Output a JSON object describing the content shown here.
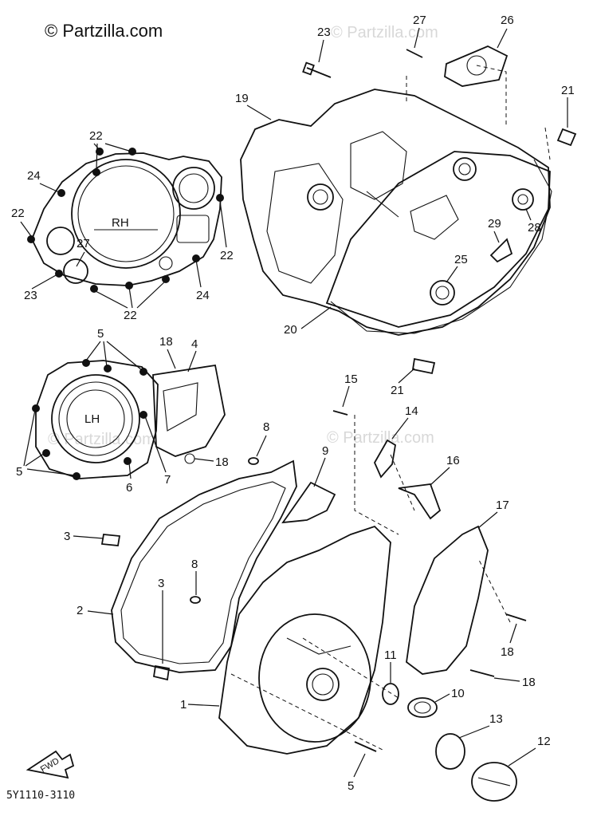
{
  "watermark": {
    "text": "© Partzilla.com",
    "faint": "© Partzilla.com"
  },
  "drawing_code": "5Y1110-3110",
  "callouts": [
    "1",
    "2",
    "3",
    "3",
    "4",
    "5",
    "5",
    "5",
    "6",
    "7",
    "8",
    "8",
    "9",
    "10",
    "11",
    "12",
    "13",
    "14",
    "15",
    "16",
    "17",
    "18",
    "18",
    "18",
    "18",
    "19",
    "20",
    "21",
    "21",
    "22",
    "22",
    "22",
    "22",
    "23",
    "23",
    "24",
    "24",
    "25",
    "26",
    "27",
    "27",
    "28",
    "29"
  ],
  "cover_marks": {
    "right": "RH",
    "left": "LH"
  },
  "fwd_arrow": "FWD"
}
